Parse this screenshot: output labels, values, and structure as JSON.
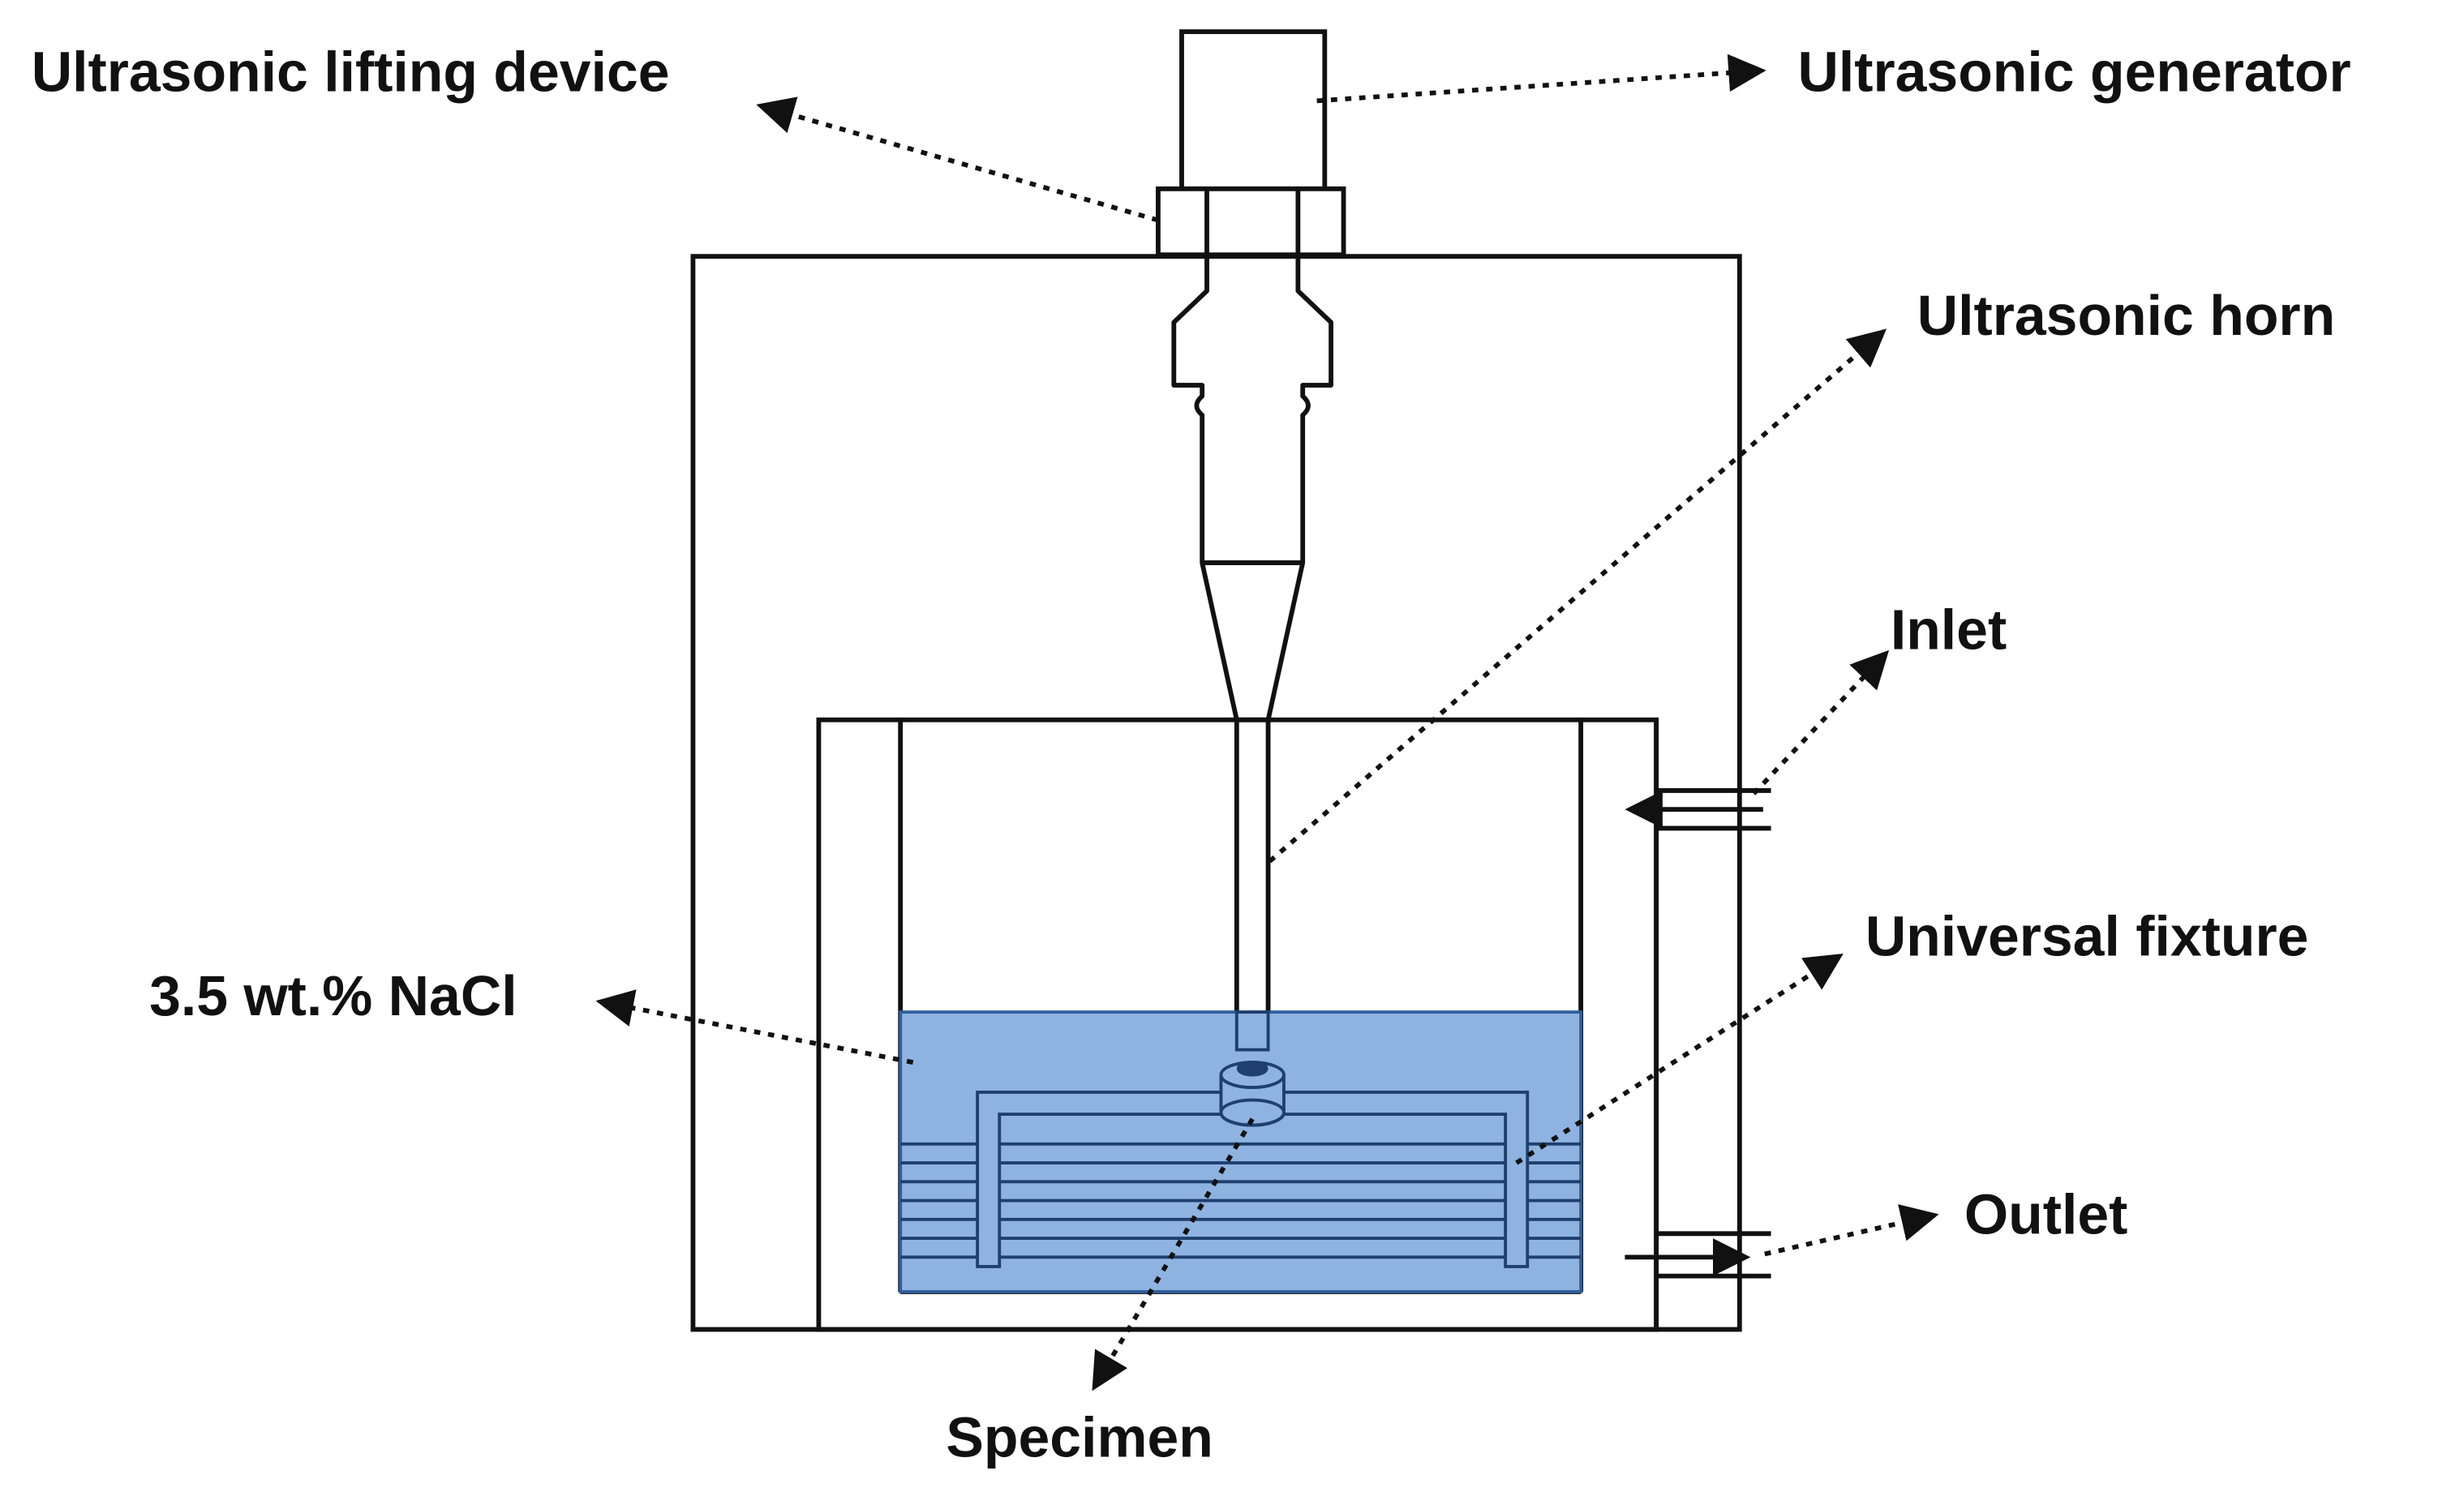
{
  "labels": {
    "lifting_device": "Ultrasonic lifting device",
    "generator": "Ultrasonic generator",
    "horn": "Ultrasonic horn",
    "inlet": "Inlet",
    "fixture": "Universal fixture",
    "nacl": "3.5 wt.% NaCl",
    "outlet": "Outlet",
    "specimen": "Specimen"
  },
  "colors": {
    "line": "#111111",
    "solution_fill": "#8fb3e0",
    "solution_stroke": "#2f5f9e",
    "background": "#ffffff"
  }
}
